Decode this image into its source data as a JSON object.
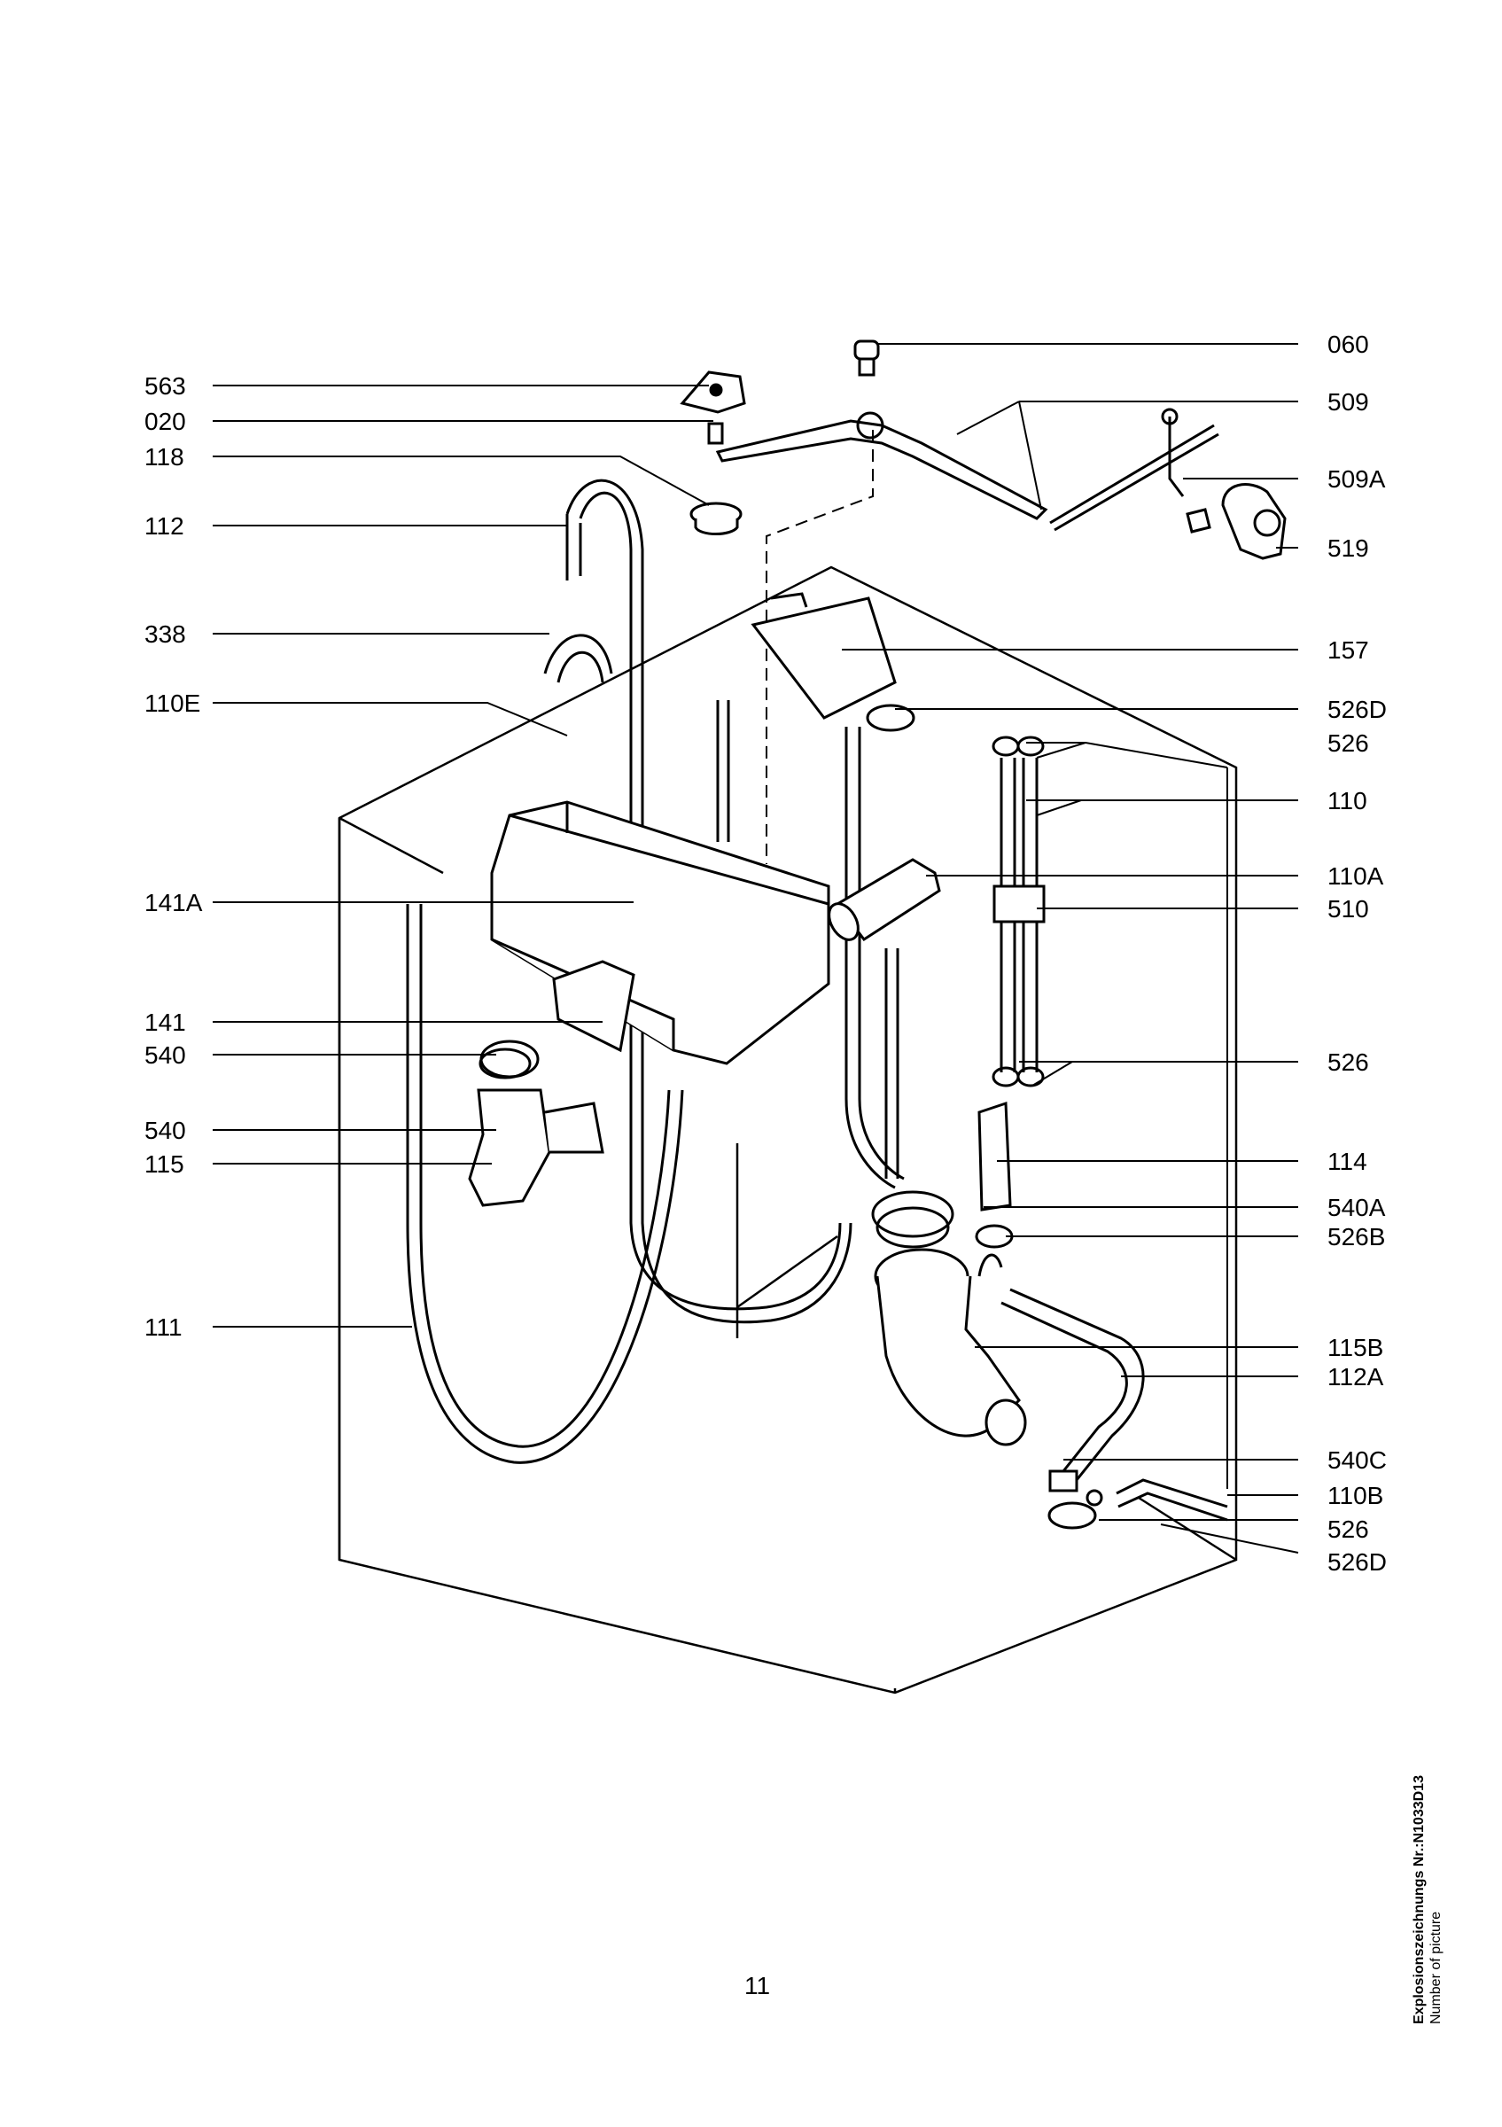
{
  "diagram": {
    "title": "",
    "callouts_left": [
      "563",
      "020",
      "118",
      "112",
      "338",
      "110E",
      "141A",
      "141",
      "540",
      "540",
      "115",
      "111"
    ],
    "callouts_right": [
      "060",
      "509",
      "509A",
      "519",
      "157",
      "526D",
      "526",
      "110",
      "110A",
      "510",
      "526",
      "114",
      "540A",
      "526B",
      "115B",
      "112A",
      "540C",
      "110B",
      "526",
      "526D"
    ]
  },
  "page_number": "11",
  "caption": {
    "line1": "Explosionszeichnungs Nr.:N1033D13",
    "line2": "Number of picture"
  }
}
